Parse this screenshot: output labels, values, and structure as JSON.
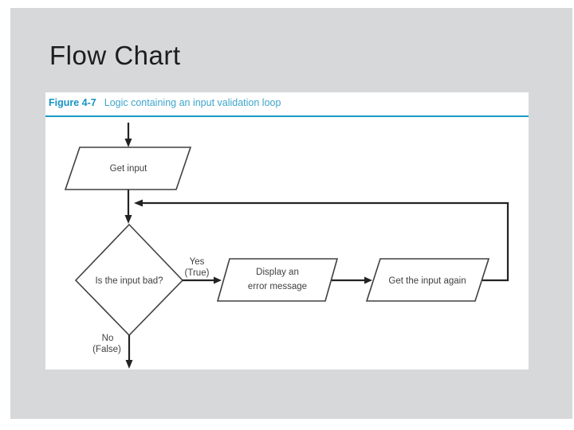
{
  "slide": {
    "title": "Flow Chart"
  },
  "figure": {
    "label": "Figure 4-7",
    "caption": "Logic containing an input validation loop"
  },
  "flowchart": {
    "nodes": [
      {
        "id": "get_input",
        "type": "parallelogram-io",
        "label": "Get input"
      },
      {
        "id": "is_input_bad",
        "type": "decision-diamond",
        "label": "Is the input bad?"
      },
      {
        "id": "display_error",
        "type": "parallelogram-io",
        "label": "Display an error message",
        "lines": [
          "Display an",
          "error message"
        ]
      },
      {
        "id": "get_input_again",
        "type": "parallelogram-io",
        "label": "Get the input again"
      }
    ],
    "edges": [
      {
        "from": "start",
        "to": "get_input",
        "label": ""
      },
      {
        "from": "get_input",
        "to": "is_input_bad",
        "label": ""
      },
      {
        "from": "is_input_bad",
        "to": "display_error",
        "label": "Yes (True)"
      },
      {
        "from": "display_error",
        "to": "get_input_again",
        "label": ""
      },
      {
        "from": "get_input_again",
        "to": "get_input",
        "label": "",
        "style": "loop-back"
      },
      {
        "from": "is_input_bad",
        "to": "exit",
        "label": "No (False)"
      }
    ],
    "labels": {
      "yes": "Yes",
      "yes_sub": "(True)",
      "no": "No",
      "no_sub": "(False)"
    }
  },
  "colors": {
    "page_background": "#ffffff",
    "slide_background": "#d6d8da",
    "panel_background": "#ffffff",
    "accent_teal": "#1b9ac6",
    "line": "#232323",
    "shape_outline": "#404040",
    "node_text": "#3f3f3f",
    "title_text": "#1d1d1d"
  }
}
